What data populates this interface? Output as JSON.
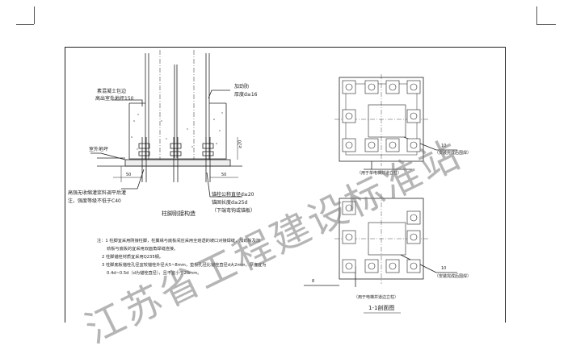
{
  "detail_left": {
    "label_concrete": "素混凝土包边",
    "label_concrete_2": "高出室外地坪150",
    "label_stiffener": "加劲肋",
    "label_stiffener_thk": "厚度d≥16",
    "label_outdoor": "室外地坪",
    "label_grout": "高强无收缩灌浆料调平后灌",
    "label_grout_2": "注，强度等级不低于C40",
    "label_bolt": "锚栓公称直径d≥20",
    "label_bolt_2": "锚固长度d≥25d",
    "label_bolt_3": "（下端弯钩或锚板）",
    "dim_50": "50",
    "dim_50b": "50",
    "dim_20": "≥20",
    "caption": "柱脚刚接构造"
  },
  "notes": [
    "注：1 柱脚宜采用刚接柱脚，柱翼缘与底板间应采用全熔透的坡口对接焊缝，加劲板及加",
    "劲板与底板的宜采用双面角焊缝连接。",
    "2 柱脚锚栓材质宜采用Q235钢。",
    "3 柱脚底板锚栓孔径宜较锚栓外径大5~8mm，垫板孔径比锚栓直径d大2mm，厚度宜为",
    "0.4d~0.5d（d为锚栓直径），且不宜小于20mm。"
  ],
  "detail_right": {
    "label_top_arrow": "10",
    "label_top_note": "（安装完成后围焊）",
    "label_top_caption": "（用于单电梯井道立柱）",
    "label_bottom_arrow": "10",
    "label_bottom_note": "（安装完成后围焊）",
    "label_left_arrow": "8",
    "label_bottom_caption": "（用于电梯井道边立柱）",
    "section_title": "1-1剖面图"
  },
  "watermark": "江苏省工程建设标准站"
}
